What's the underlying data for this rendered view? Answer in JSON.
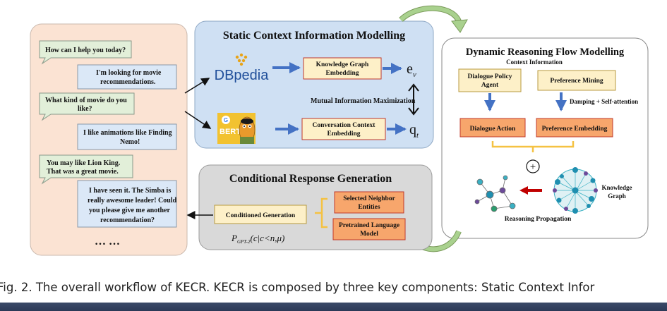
{
  "chat": {
    "messages": [
      {
        "lines": [
          "How can I help you today?"
        ],
        "side": "left"
      },
      {
        "lines": [
          "I'm looking for movie",
          "recommendations."
        ],
        "side": "right"
      },
      {
        "lines": [
          "What kind of movie do you",
          "like?"
        ],
        "side": "left"
      },
      {
        "lines": [
          "I like animations like Finding",
          "Nemo!"
        ],
        "side": "right"
      },
      {
        "lines": [
          "You may like Lion King.",
          "That was a great movie."
        ],
        "side": "left"
      },
      {
        "lines": [
          "I have seen it. The Simba is",
          "really awesome leader! Could",
          "you please give me another",
          "recommendation?"
        ],
        "side": "right"
      }
    ],
    "ellipsis": "… …"
  },
  "static": {
    "title": "Static Context Information Modelling",
    "dbpedia_logo": "DBpedia",
    "bert_logo": "BERT",
    "kg_embedding": [
      "Knowledge Graph",
      "Embedding"
    ],
    "conv_embedding": [
      "Conversation Context",
      "Embedding"
    ],
    "mutual_info": "Mutual Information Maximization",
    "ev": "e",
    "ev_sub": "v",
    "qt": "q",
    "qt_sub": "t"
  },
  "dynamic": {
    "title": "Dynamic Reasoning Flow Modelling",
    "context_info": "Context Information",
    "policy_agent": [
      "Dialogue Policy",
      "Agent"
    ],
    "preference_mining": "Preference Mining",
    "damping": "Damping + Self-attention",
    "dialogue_action": "Dialogue Action",
    "preference_embedding": "Preference Embedding",
    "plus": "+",
    "knowledge_graph": [
      "Knowledge",
      "Graph"
    ],
    "reasoning_propagation": "Reasoning Propagation"
  },
  "response": {
    "title": "Conditional Response Generation",
    "conditioned": "Conditioned Generation",
    "neighbor": [
      "Selected Neighbor",
      "Entities"
    ],
    "pretrained": [
      "Pretrained Language",
      "Model"
    ],
    "formula": "P",
    "formula_sub": "GPT-2",
    "formula_args": "(c|c<n,μ)"
  },
  "caption": "Fig. 2.  The overall workflow of KECR. KECR is composed by three key components: Static Context Infor",
  "colors": {
    "chat_panel": "#fbe3d3",
    "static_panel": "#cfe0f3",
    "response_panel": "#d9d9d9",
    "bubble_left": "#e2efd9",
    "bubble_right": "#dbe8f7",
    "beige_box": "#fdf0c8",
    "orange_box": "#f7a66c",
    "blue_arrow": "#4472c4",
    "green_arrow": "#a9d18e",
    "red_arrow": "#c00000",
    "brace": "#f5c242"
  }
}
